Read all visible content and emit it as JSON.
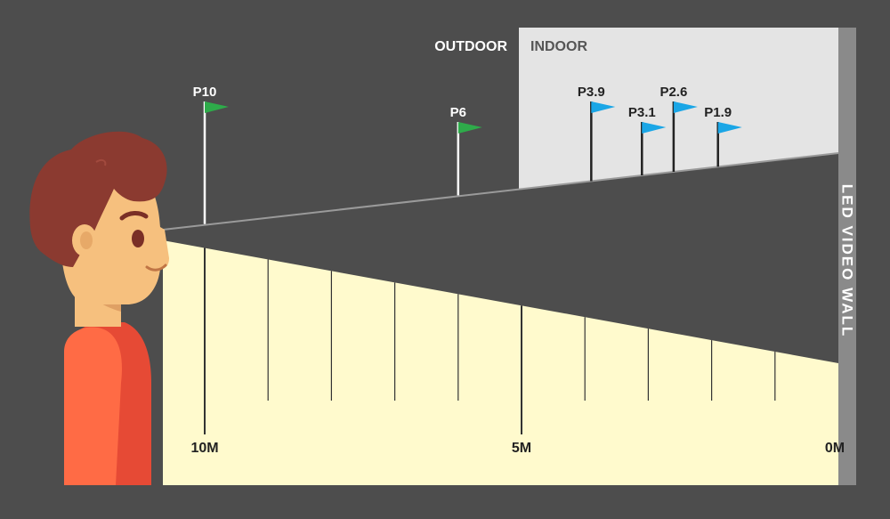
{
  "zones": {
    "outdoor_label": "OUTDOOR",
    "indoor_label": "INDOOR"
  },
  "wall": {
    "label": "LED VIDEO WALL"
  },
  "axis": {
    "ticks": [
      {
        "distance_m": 10,
        "label": "10M",
        "major": true
      },
      {
        "distance_m": 9,
        "label": "",
        "major": false
      },
      {
        "distance_m": 8,
        "label": "",
        "major": false
      },
      {
        "distance_m": 7,
        "label": "",
        "major": false
      },
      {
        "distance_m": 6,
        "label": "",
        "major": false
      },
      {
        "distance_m": 5,
        "label": "5M",
        "major": true
      },
      {
        "distance_m": 4,
        "label": "",
        "major": false
      },
      {
        "distance_m": 3,
        "label": "",
        "major": false
      },
      {
        "distance_m": 2,
        "label": "",
        "major": false
      },
      {
        "distance_m": 1,
        "label": "",
        "major": false
      },
      {
        "distance_m": 0,
        "label": "0M",
        "major": true
      }
    ]
  },
  "flags": [
    {
      "label": "P10",
      "zone": "outdoor",
      "distance_m": 10
    },
    {
      "label": "P6",
      "zone": "outdoor",
      "distance_m": 6
    },
    {
      "label": "P3.9",
      "zone": "indoor",
      "distance_m": 3.9
    },
    {
      "label": "P3.1",
      "zone": "indoor",
      "distance_m": 3.1
    },
    {
      "label": "P2.6",
      "zone": "indoor",
      "distance_m": 2.6
    },
    {
      "label": "P1.9",
      "zone": "indoor",
      "distance_m": 1.9
    }
  ],
  "colors": {
    "background": "#4d4d4d",
    "indoor_panel": "#e4e4e4",
    "floor": "#fffacd",
    "wall": "#8a8a8a",
    "outdoor_flag": "#2eab4a",
    "indoor_flag": "#1aa6e6",
    "outdoor_text": "#ffffff",
    "indoor_text": "#555555"
  }
}
